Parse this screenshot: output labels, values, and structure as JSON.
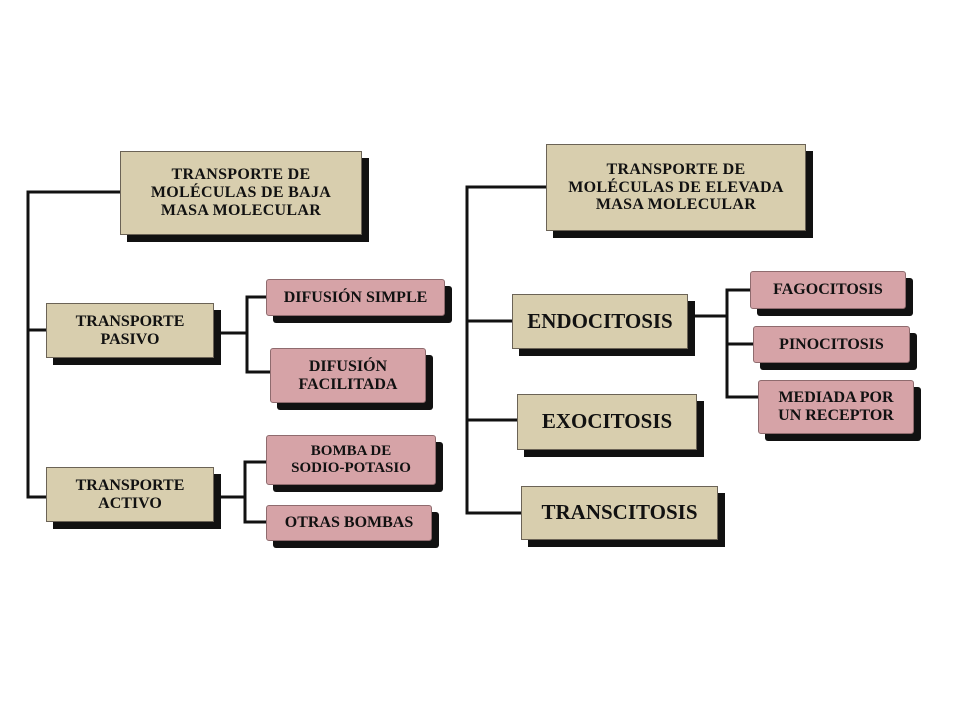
{
  "colors": {
    "main_box": "#d8ceae",
    "sub_box": "#d6a3a7",
    "line": "#111111",
    "shadow": "#111111"
  },
  "left": {
    "title": "TRANSPORTE DE\nMOLÉCULAS DE BAJA\nMASA MOLECULAR",
    "pasivo": {
      "label": "TRANSPORTE\nPASIVO",
      "children": [
        "DIFUSIÓN SIMPLE",
        "DIFUSIÓN\nFACILITADA"
      ]
    },
    "activo": {
      "label": "TRANSPORTE\nACTIVO",
      "children": [
        "BOMBA DE\nSODIO-POTASIO",
        "OTRAS BOMBAS"
      ]
    }
  },
  "right": {
    "title": "TRANSPORTE DE\nMOLÉCULAS DE ELEVADA\nMASA MOLECULAR",
    "endocitosis": {
      "label": "ENDOCITOSIS",
      "children": [
        "FAGOCITOSIS",
        "PINOCITOSIS",
        "MEDIADA POR\nUN RECEPTOR"
      ]
    },
    "exocitosis": "EXOCITOSIS",
    "transcitosis": "TRANSCITOSIS"
  }
}
